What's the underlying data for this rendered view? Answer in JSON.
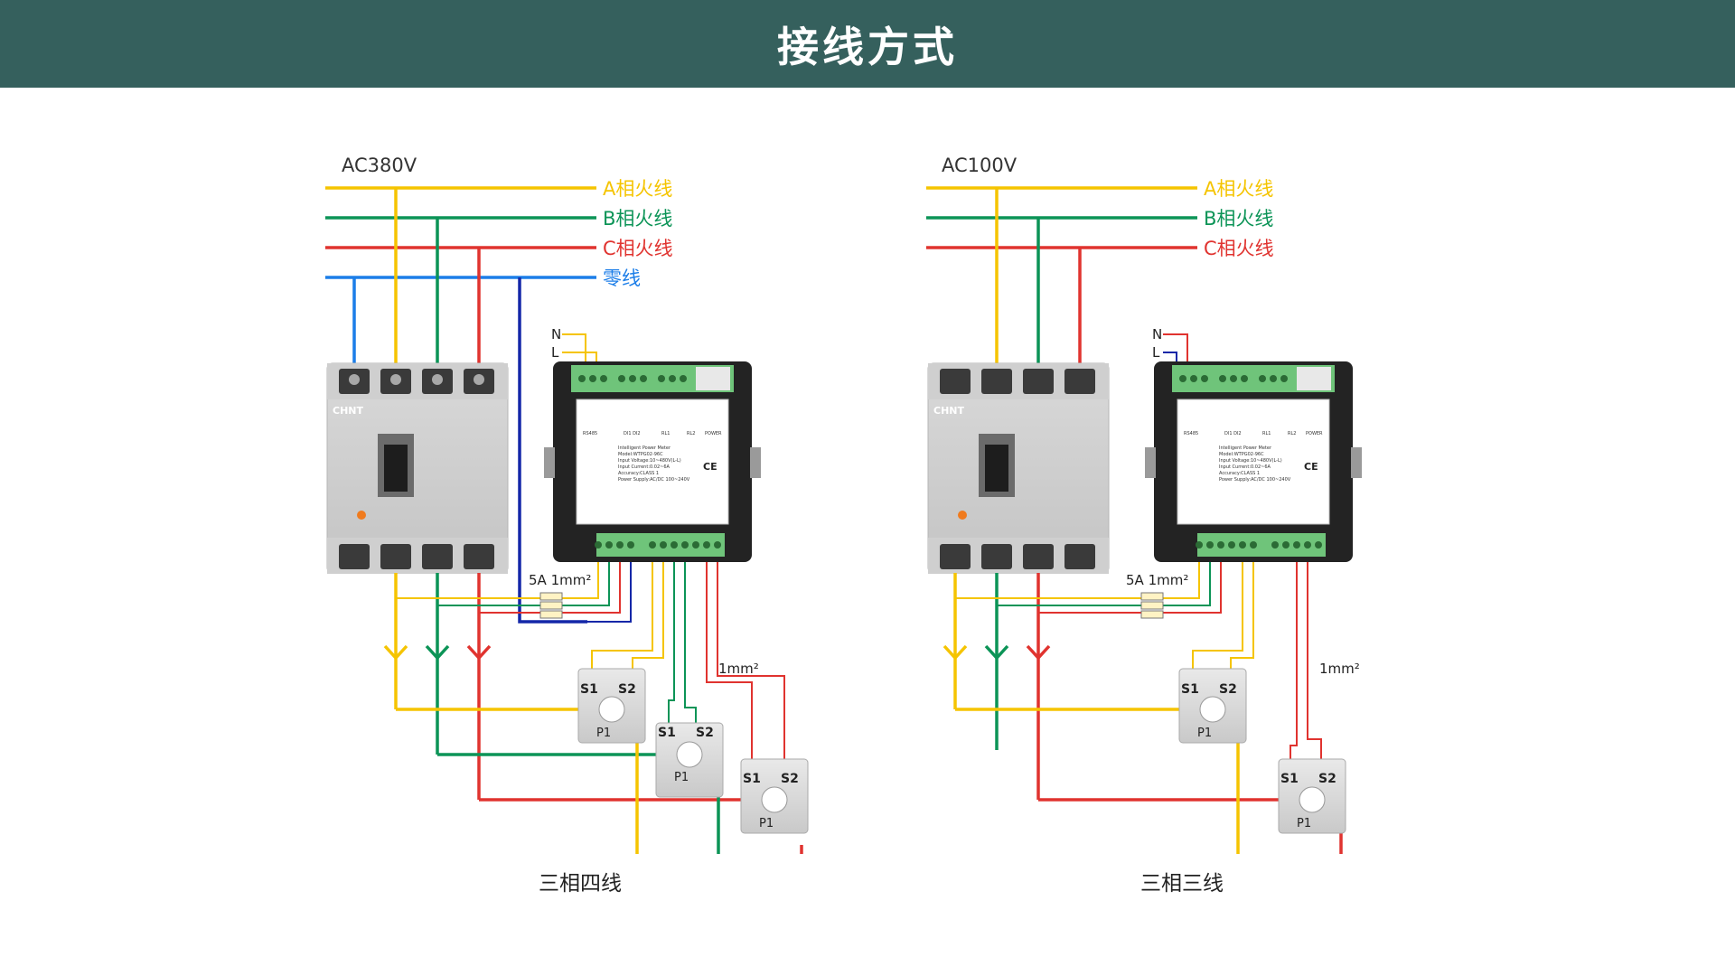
{
  "header": {
    "title": "接线方式"
  },
  "left": {
    "voltage": "AC380V",
    "lines": [
      "A相火线",
      "B相火线",
      "C相火线",
      "零线"
    ],
    "n_label": "N",
    "l_label": "L",
    "fuse_label": "5A  1mm²",
    "wire_label": "1mm²",
    "ct": {
      "s1": "S1",
      "s2": "S2",
      "p1": "P1"
    },
    "caption": "三相四线"
  },
  "right": {
    "voltage": "AC100V",
    "lines": [
      "A相火线",
      "B相火线",
      "C相火线"
    ],
    "n_label": "N",
    "l_label": "L",
    "fuse_label": "5A  1mm²",
    "wire_label": "1mm²",
    "ct": {
      "s1": "S1",
      "s2": "S2",
      "p1": "P1"
    },
    "caption": "三相三线"
  },
  "meter": {
    "model_lines": [
      "Intelligent Power Meter",
      "Model:WTPG02-96C",
      "Input Voltage:10~480V(L-L)",
      "Input Current:0.02~6A",
      "Accuracy:CLASS 1",
      "Power Supply:AC/DC 100~240V"
    ],
    "ce_mark": "CE",
    "top_groups": [
      "RS485",
      "DI1 DI2",
      "RL1",
      "RL2",
      "POWER"
    ],
    "power_range": "AC/DC 100~240V"
  },
  "breaker": {
    "brand": "CHNT"
  },
  "colors": {
    "phase_a": "#f5c400",
    "phase_b": "#0c9457",
    "phase_c": "#e0332f",
    "neutral": "#1c7ee8",
    "blue_dark": "#1427a8",
    "header": "#35605d"
  }
}
